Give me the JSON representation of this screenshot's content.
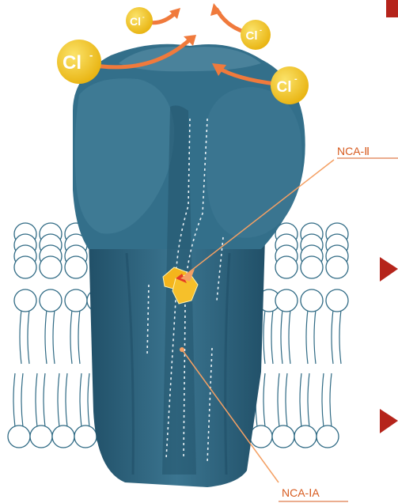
{
  "ions": [
    {
      "label": "Cl",
      "superscript": "-"
    },
    {
      "label": "Cl",
      "superscript": "-"
    },
    {
      "label": "Cl",
      "superscript": "-"
    },
    {
      "label": "Cl",
      "superscript": "-"
    }
  ],
  "labels": {
    "nca_ii": "NCA-Ⅱ",
    "nca_ia": "NCA-ⅠA"
  },
  "colors": {
    "protein": "#2f6a84",
    "protein_light": "#4d879f",
    "protein_dark": "#1e4e66",
    "ion": "#f2c51c",
    "arrow": "#f07a3c",
    "ligand": "#f4b51c",
    "label_text": "#d75b1f",
    "pointer": "#f4a064",
    "lipid": "#ffffff"
  },
  "icons": {
    "ligand_site": "hexagon-ligand-icon",
    "right_marker": "triangle-play-icon"
  }
}
